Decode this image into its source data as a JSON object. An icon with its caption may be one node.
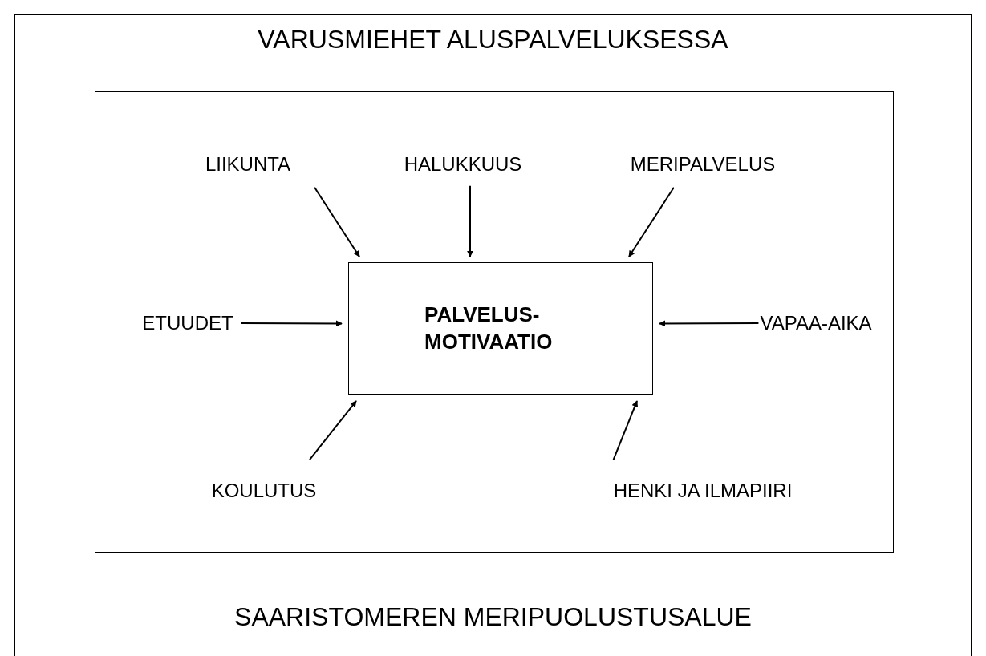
{
  "diagram": {
    "nodes": [
      {
        "text": [
          "VARUSMIEHET ALUSPALVELUKSESSA",
          "SAARISTOMEREN MERIPUOLUSTUSALUE"
        ]
      },
      {
        "text": [],
        "shape": "box",
        "in": 0
      },
      {
        "text": [
          "PALVELUS- MOTIVAATIO"
        ],
        "in": 1
      },
      {
        "text": [
          "LIIKUNTA"
        ],
        "in": 1
      },
      {
        "text": [
          "HALUKKUUS"
        ],
        "in": 1
      },
      {
        "text": [
          "MERIPALVELUS"
        ],
        "in": 1
      },
      {
        "text": [
          "ETUUDET"
        ],
        "in": 1
      },
      {
        "text": [
          "VAPAA-AIKA"
        ],
        "in": 1
      },
      {
        "text": [
          "KOULUTUS"
        ],
        "in": 1
      },
      {
        "text": [
          "HENKI JA ILMAPIIRI"
        ],
        "in": 1
      }
    ],
    "edges": [
      {
        "from": 3,
        "to": 2,
        "arrow": "to"
      },
      {
        "from": 4,
        "to": 2,
        "arrow": "to"
      },
      {
        "from": 5,
        "to": 2,
        "arrow": "to"
      },
      {
        "from": 6,
        "to": 2,
        "arrow": "to"
      },
      {
        "from": 7,
        "to": 2,
        "arrow": "to"
      },
      {
        "from": 8,
        "to": 2,
        "arrow": "to"
      },
      {
        "from": 9,
        "to": 2,
        "arrow": "to"
      }
    ]
  }
}
